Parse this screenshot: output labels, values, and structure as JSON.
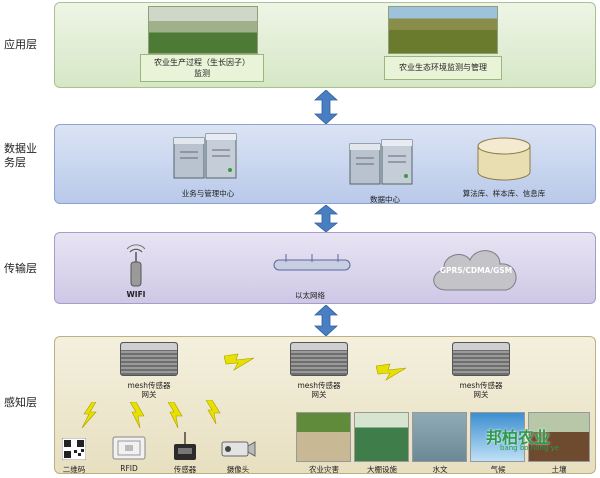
{
  "layers": {
    "app": "应用层",
    "data": "数据业\n务层",
    "transport": "传输层",
    "sensing": "感知层"
  },
  "app": {
    "box1": "农业生产过程（生长因子）\n监测",
    "box2": "农业生态环境监测与管理"
  },
  "data": {
    "center1": "业务与管理中心",
    "center2": "数据中心",
    "center3": "算法库、样本库、信息库"
  },
  "transport": {
    "wifi": "WIFI",
    "ethernet": "以太网络",
    "cloud": "GPRS/CDMA/GSM"
  },
  "sensing": {
    "gateway1": "mesh传感器\n网关",
    "gateway2": "mesh传感器\n网关",
    "gateway3": "mesh传感器\n网关",
    "qrcode": "二维码",
    "rfid": "RFID",
    "sensor": "传感器",
    "camera": "摄像头",
    "env": [
      "农业灾害",
      "大棚设施",
      "水文",
      "气候",
      "土壤"
    ]
  },
  "watermark": {
    "brand": "邦柏农业",
    "pinyin": "bang bo nong ye"
  },
  "colors": {
    "arrow": "#4a7ec2",
    "bolt": "#e8e000"
  }
}
